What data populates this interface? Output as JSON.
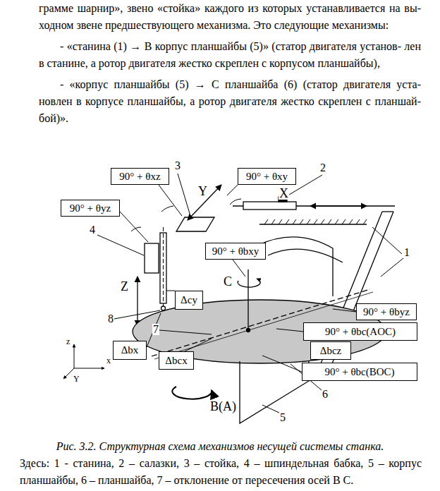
{
  "diagram": {
    "caption": "Рис. 3.2. Структурная схема механизмов несущей системы станка.",
    "nodes": [
      {
        "text": [
          "90° + θxz"
        ]
      },
      {
        "text": [
          "90° + θxy"
        ]
      },
      {
        "text": [
          "90° + θyz"
        ]
      },
      {
        "text": [
          "90° + θbxy"
        ]
      },
      {
        "text": [
          "Δcy"
        ]
      },
      {
        "text": [
          "90° + θbyz"
        ]
      },
      {
        "text": [
          "90° + θbc(AOC)"
        ]
      },
      {
        "text": [
          "Δbx"
        ]
      },
      {
        "text": [
          "Δbcz"
        ]
      },
      {
        "text": [
          "Δbcx"
        ]
      },
      {
        "text": [
          "90° + θbc(BOC)"
        ]
      }
    ],
    "labels": [
      "грамме шарнир», звено «стойка» каждого из которых устанавливается на вы- ходном звене предшествующего механизма. Это следующие механизмы:",
      "- «станина (1) → В корпус планшайбы (5)» (статор двигателя установ- лен в станине, а ротор двигателя жестко скреплен с корпусом планшайбы),",
      "- «корпус планшайбы (5) → С планшайба (6) (статор двигателя уста- новлен в корпусе планшайбы, а ротор двигателя жестко скреплен с планшай- бой)».",
      "3",
      "2",
      "Y",
      "X",
      "4",
      "1",
      "Z",
      "C",
      "8",
      "7",
      "z",
      "x",
      "Y",
      "B(A)",
      "5",
      "6",
      "Здесь: 1 - станина, 2 – салазки, 3 – стойка, 4 – шпиндельная бабка, 5 – корпус планшайбы, 6 – планшайба, 7 – отклонение от пересечения осей В С."
    ]
  }
}
